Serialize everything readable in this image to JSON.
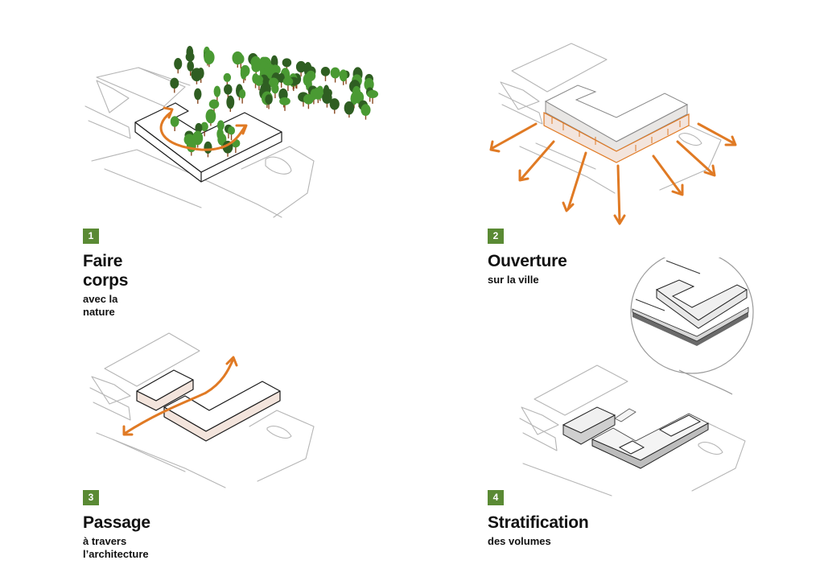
{
  "colors": {
    "badge": "#5a8a34",
    "arrow": "#e07a24",
    "tree_dark": "#2f5e22",
    "tree_light": "#4a9a33",
    "trunk": "#8a4a22",
    "facade": "#f3e4dc"
  },
  "panels": [
    {
      "number": "1",
      "title": "Faire corps",
      "subtitle": "avec la nature",
      "illustration": "building-among-trees"
    },
    {
      "number": "2",
      "title": "Ouverture",
      "subtitle": "sur la ville",
      "illustration": "building-opening-arrows"
    },
    {
      "number": "3",
      "title": "Passage",
      "subtitle": "à travers l’architecture",
      "illustration": "passage-between-volumes"
    },
    {
      "number": "4",
      "title": "Stratification",
      "subtitle": "des volumes",
      "illustration": "stratified-volumes-detail"
    }
  ]
}
